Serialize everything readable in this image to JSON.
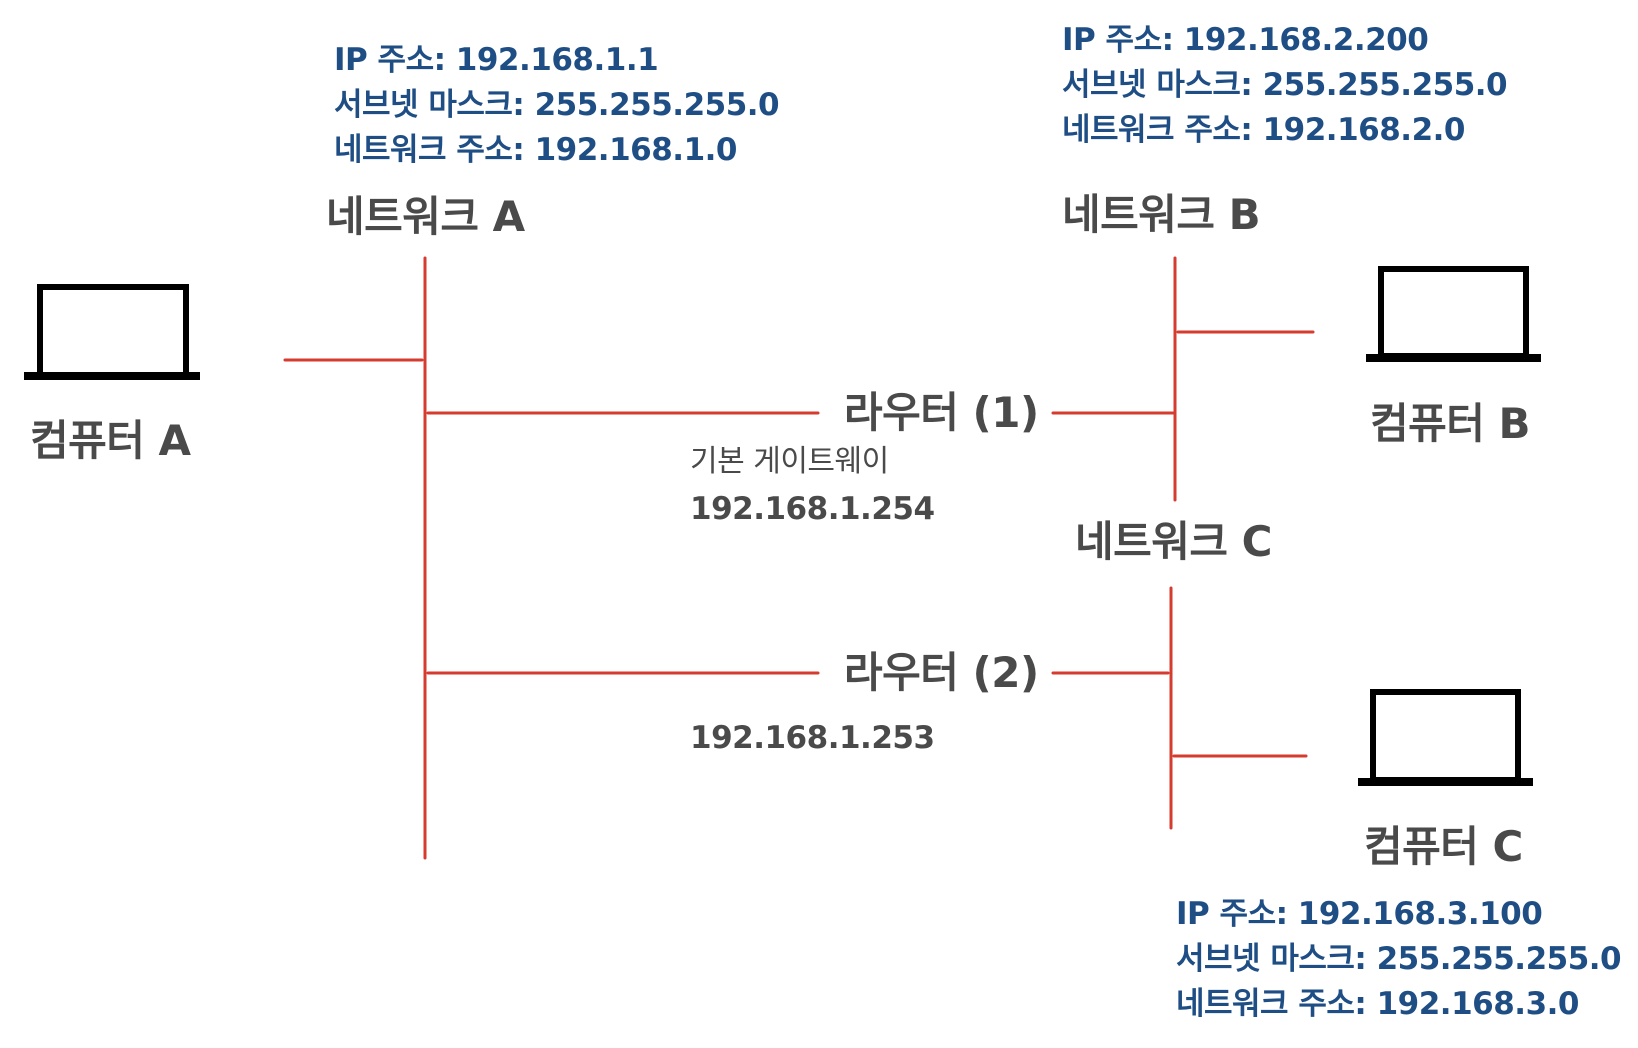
{
  "colors": {
    "link": "#d63b2f",
    "info_text": "#1f4e85",
    "label_text": "#4a4a4a",
    "laptop": "#000000"
  },
  "network_a": {
    "name": "네트워크 A",
    "ip": "IP 주소: 192.168.1.1",
    "subnet": "서브넷 마스크: 255.255.255.0",
    "network": "네트워크 주소: 192.168.1.0"
  },
  "network_b": {
    "name": "네트워크 B",
    "ip": "IP 주소: 192.168.2.200",
    "subnet": "서브넷 마스크: 255.255.255.0",
    "network": "네트워크 주소: 192.168.2.0"
  },
  "network_c": {
    "name": "네트워크 C",
    "ip": "IP 주소: 192.168.3.100",
    "subnet": "서브넷 마스크: 255.255.255.0",
    "network": "네트워크 주소: 192.168.3.0"
  },
  "computers": {
    "a": "컴퓨터 A",
    "b": "컴퓨터 B",
    "c": "컴퓨터 C"
  },
  "routers": {
    "r1": {
      "name": "라우터 (1)",
      "note": "기본 게이트웨이",
      "ip": "192.168.1.254"
    },
    "r2": {
      "name": "라우터 (2)",
      "ip": "192.168.1.253"
    }
  },
  "icons": {
    "computer": "laptop-icon"
  }
}
